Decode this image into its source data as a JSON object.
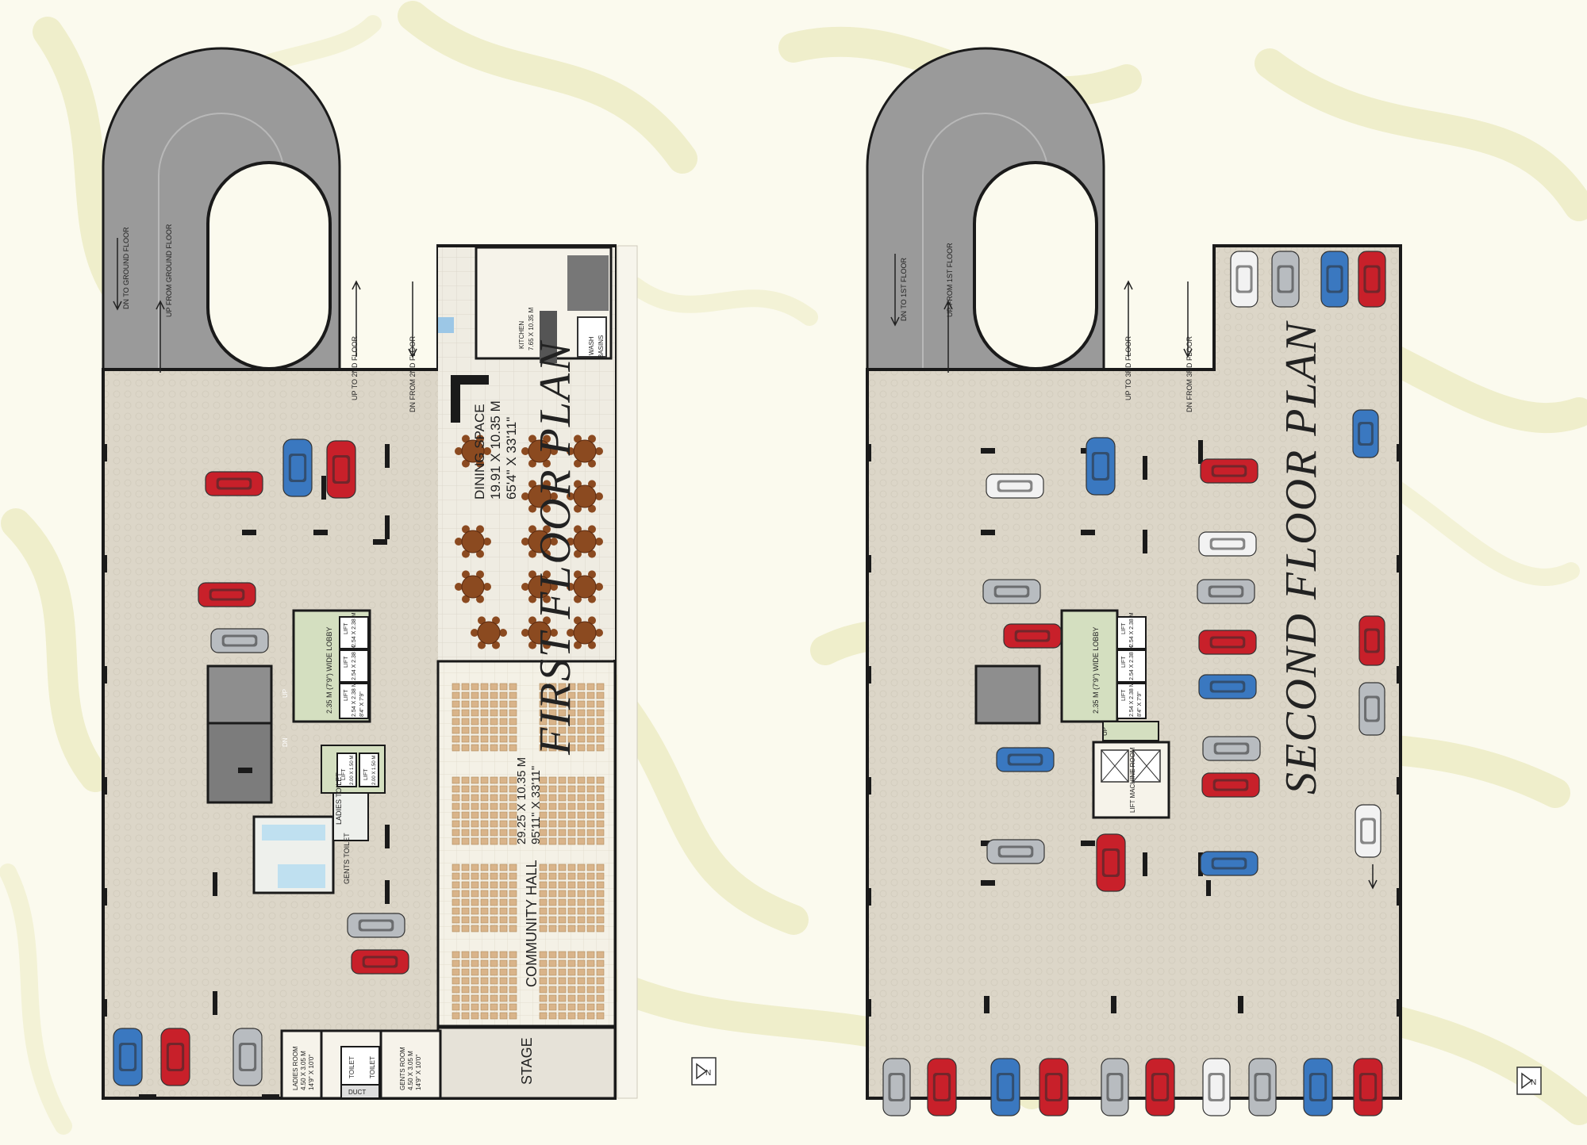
{
  "titles": {
    "first_floor": "FIRST FLOOR PLAN",
    "second_floor": "SECOND FLOOR PLAN"
  },
  "first_floor": {
    "ramp": {
      "dn_ground": "DN TO GROUND FLOOR",
      "up_ground": "UP FROM GROUND FLOOR",
      "up_2nd": "UP TO 2ND FLOOR",
      "dn_2nd": "DN FROM 2ND FLOOR"
    },
    "kitchen": {
      "name": "KITCHEN",
      "size": "7.65 X 10.35 M"
    },
    "wash": {
      "l1": "WASH",
      "l2": "BASINS"
    },
    "dining": {
      "name": "DINING SPACE",
      "size_m": "19.91 X 10.35 M",
      "size_ft": "65'4\" X 33'11\""
    },
    "community": {
      "name": "COMMUNITY HALL",
      "size_m": "29.25 X 10.35 M",
      "size_ft": "95'11\" X 33'11\""
    },
    "stage": "STAGE",
    "lobby": "2.35 M (7'9\") WIDE LOBBY",
    "lift": "LIFT",
    "lift_size": "2.54 X 2.38 M",
    "lift_size_ft": "8'4\" X 7'9\"",
    "lift_small": "2.00 X 1.50 M",
    "ladies_toilet": "LADIES TOILET",
    "gents_toilet": "GENTS TOILET",
    "ladies_room": {
      "name": "LADIES ROOM",
      "size_m": "4.50 X 3.05 M",
      "size_ft": "14'9\" X 10'0\""
    },
    "gents_room": {
      "name": "GENTS ROOM",
      "size_m": "4.50 X 3.05 M",
      "size_ft": "14'9\" X 10'0\""
    },
    "toilet": "TOILET",
    "duct": "DUCT",
    "up": "UP",
    "dn": "DN",
    "north": "N"
  },
  "second_floor": {
    "ramp": {
      "dn_1st": "DN TO 1ST FLOOR",
      "up_1st": "UP FROM 1ST FLOOR",
      "up_3rd": "UP TO 3RD FLOOR",
      "dn_3rd": "DN FROM 3RD FLOOR"
    },
    "lobby": "2.35 M (7'9\") WIDE LOBBY",
    "lift": "LIFT",
    "lift_size": "2.54 X 2.38 M",
    "lift_size_ft": "8'4\" X 7'9\"",
    "machine": "LIFT MACHINE ROOM",
    "up": "UP",
    "north": "N"
  },
  "colors": {
    "background": "#fbfaee",
    "swirl": "#eeedc9",
    "ramp": "#9a9a9a",
    "floor": "#dcd6c8",
    "wall": "#1a1a1a",
    "table": "#8b4a20",
    "chair": "#d9b48a",
    "car_red": "#c8202a",
    "car_blue": "#3a78c0",
    "car_white": "#f2f2f2",
    "car_silver": "#b8bcc0"
  }
}
